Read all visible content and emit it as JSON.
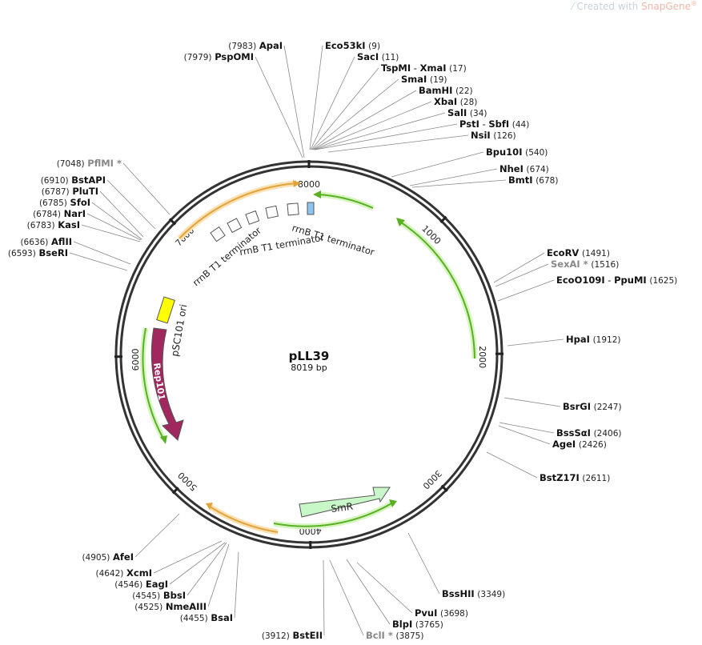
{
  "watermark": {
    "prefix": "Created with",
    "brand": "SnapGene",
    "mark": "®"
  },
  "plasmid": {
    "name": "pLL39",
    "size_label": "8019 bp",
    "length": 8019
  },
  "ticks": [
    {
      "pos": 0,
      "label": "8000"
    },
    {
      "pos": 1000,
      "label": "1000"
    },
    {
      "pos": 2000,
      "label": "2000"
    },
    {
      "pos": 3000,
      "label": "3000"
    },
    {
      "pos": 4000,
      "label": "4000"
    },
    {
      "pos": 5000,
      "label": "5000"
    },
    {
      "pos": 6000,
      "label": "6000"
    },
    {
      "pos": 7000,
      "label": "7000"
    }
  ],
  "features": [
    {
      "name": "SmR",
      "type": "box-arrow",
      "label": "SmR",
      "color": "#c8f7c8"
    },
    {
      "name": "Rep101",
      "type": "box-arrow",
      "label": "Rep101",
      "color": "#a0285f"
    },
    {
      "name": "pSC101 ori",
      "type": "box",
      "label": "pSC101 ori",
      "color": "#ffff00"
    },
    {
      "name": "rrnB T1 terminator",
      "type": "boxes",
      "labels": [
        "rrnB T1 terminator",
        "rrnB T1 terminator",
        "rrnB T1 terminator"
      ],
      "color": "#ffffff",
      "highlight": "#8fc3f0"
    }
  ],
  "primer_arrows": [
    {
      "color": "#5ab023",
      "glow": "#d6f5c0"
    },
    {
      "color": "#e1a43a",
      "glow": "#fbe0b3"
    }
  ],
  "sites": [
    {
      "name": "ApaI",
      "pos": "(7983)",
      "side": "left",
      "gray": false
    },
    {
      "name": "PspOMI",
      "pos": "(7979)",
      "side": "left",
      "gray": false
    },
    {
      "name": "Eco53kI",
      "pos": "(9)",
      "side": "right",
      "gray": false
    },
    {
      "name": "SacI",
      "pos": "(11)",
      "side": "right",
      "gray": false
    },
    {
      "name": "TspMI",
      "name2": "XmaI",
      "pos": "(17)",
      "side": "right",
      "gray": false
    },
    {
      "name": "SmaI",
      "pos": "(19)",
      "side": "right",
      "gray": false
    },
    {
      "name": "BamHI",
      "pos": "(22)",
      "side": "right",
      "gray": false
    },
    {
      "name": "XbaI",
      "pos": "(28)",
      "side": "right",
      "gray": false
    },
    {
      "name": "SalI",
      "pos": "(34)",
      "side": "right",
      "gray": false
    },
    {
      "name": "PstI",
      "name2": "SbfI",
      "pos": "(44)",
      "side": "right",
      "gray": false
    },
    {
      "name": "NsiI",
      "pos": "(126)",
      "side": "right",
      "gray": false
    },
    {
      "name": "Bpu10I",
      "pos": "(540)",
      "side": "right",
      "gray": false
    },
    {
      "name": "NheI",
      "pos": "(674)",
      "side": "right",
      "gray": false
    },
    {
      "name": "BmtI",
      "pos": "(678)",
      "side": "right",
      "gray": false
    },
    {
      "name": "EcoRV",
      "pos": "(1491)",
      "side": "right",
      "gray": false
    },
    {
      "name": "SexAI",
      "pos": "(1516)",
      "side": "right",
      "gray": true,
      "star": "*"
    },
    {
      "name": "EcoO109I",
      "name2": "PpuMI",
      "pos": "(1625)",
      "side": "right",
      "gray": false
    },
    {
      "name": "HpaI",
      "pos": "(1912)",
      "side": "right",
      "gray": false
    },
    {
      "name": "BsrGI",
      "pos": "(2247)",
      "side": "right",
      "gray": false
    },
    {
      "name": "BssSαI",
      "pos": "(2406)",
      "side": "right",
      "gray": false
    },
    {
      "name": "AgeI",
      "pos": "(2426)",
      "side": "right",
      "gray": false
    },
    {
      "name": "BstZ17I",
      "pos": "(2611)",
      "side": "right",
      "gray": false
    },
    {
      "name": "BssHII",
      "pos": "(3349)",
      "side": "right",
      "gray": false
    },
    {
      "name": "PvuI",
      "pos": "(3698)",
      "side": "right",
      "gray": false
    },
    {
      "name": "BlpI",
      "pos": "(3765)",
      "side": "right",
      "gray": false
    },
    {
      "name": "BclI",
      "pos": "(3875)",
      "side": "right",
      "gray": true,
      "star": "*"
    },
    {
      "name": "BstEII",
      "pos": "(3912)",
      "side": "left",
      "gray": false
    },
    {
      "name": "BsaI",
      "pos": "(4455)",
      "side": "left",
      "gray": false
    },
    {
      "name": "NmeAIII",
      "pos": "(4525)",
      "side": "left",
      "gray": false
    },
    {
      "name": "BbsI",
      "pos": "(4545)",
      "side": "left",
      "gray": false
    },
    {
      "name": "EagI",
      "pos": "(4546)",
      "side": "left",
      "gray": false
    },
    {
      "name": "XcmI",
      "pos": "(4642)",
      "side": "left",
      "gray": false
    },
    {
      "name": "AfeI",
      "pos": "(4905)",
      "side": "left",
      "gray": false
    },
    {
      "name": "BseRI",
      "pos": "(6593)",
      "side": "left",
      "gray": false
    },
    {
      "name": "AflII",
      "pos": "(6636)",
      "side": "left",
      "gray": false
    },
    {
      "name": "KasI",
      "pos": "(6783)",
      "side": "left",
      "gray": false
    },
    {
      "name": "NarI",
      "pos": "(6784)",
      "side": "left",
      "gray": false
    },
    {
      "name": "SfoI",
      "pos": "(6785)",
      "side": "left",
      "gray": false
    },
    {
      "name": "PluTI",
      "pos": "(6787)",
      "side": "left",
      "gray": false
    },
    {
      "name": "BstAPI",
      "pos": "(6910)",
      "side": "left",
      "gray": false
    },
    {
      "name": "PflMI",
      "pos": "(7048)",
      "side": "left",
      "gray": true,
      "star": "*"
    }
  ]
}
